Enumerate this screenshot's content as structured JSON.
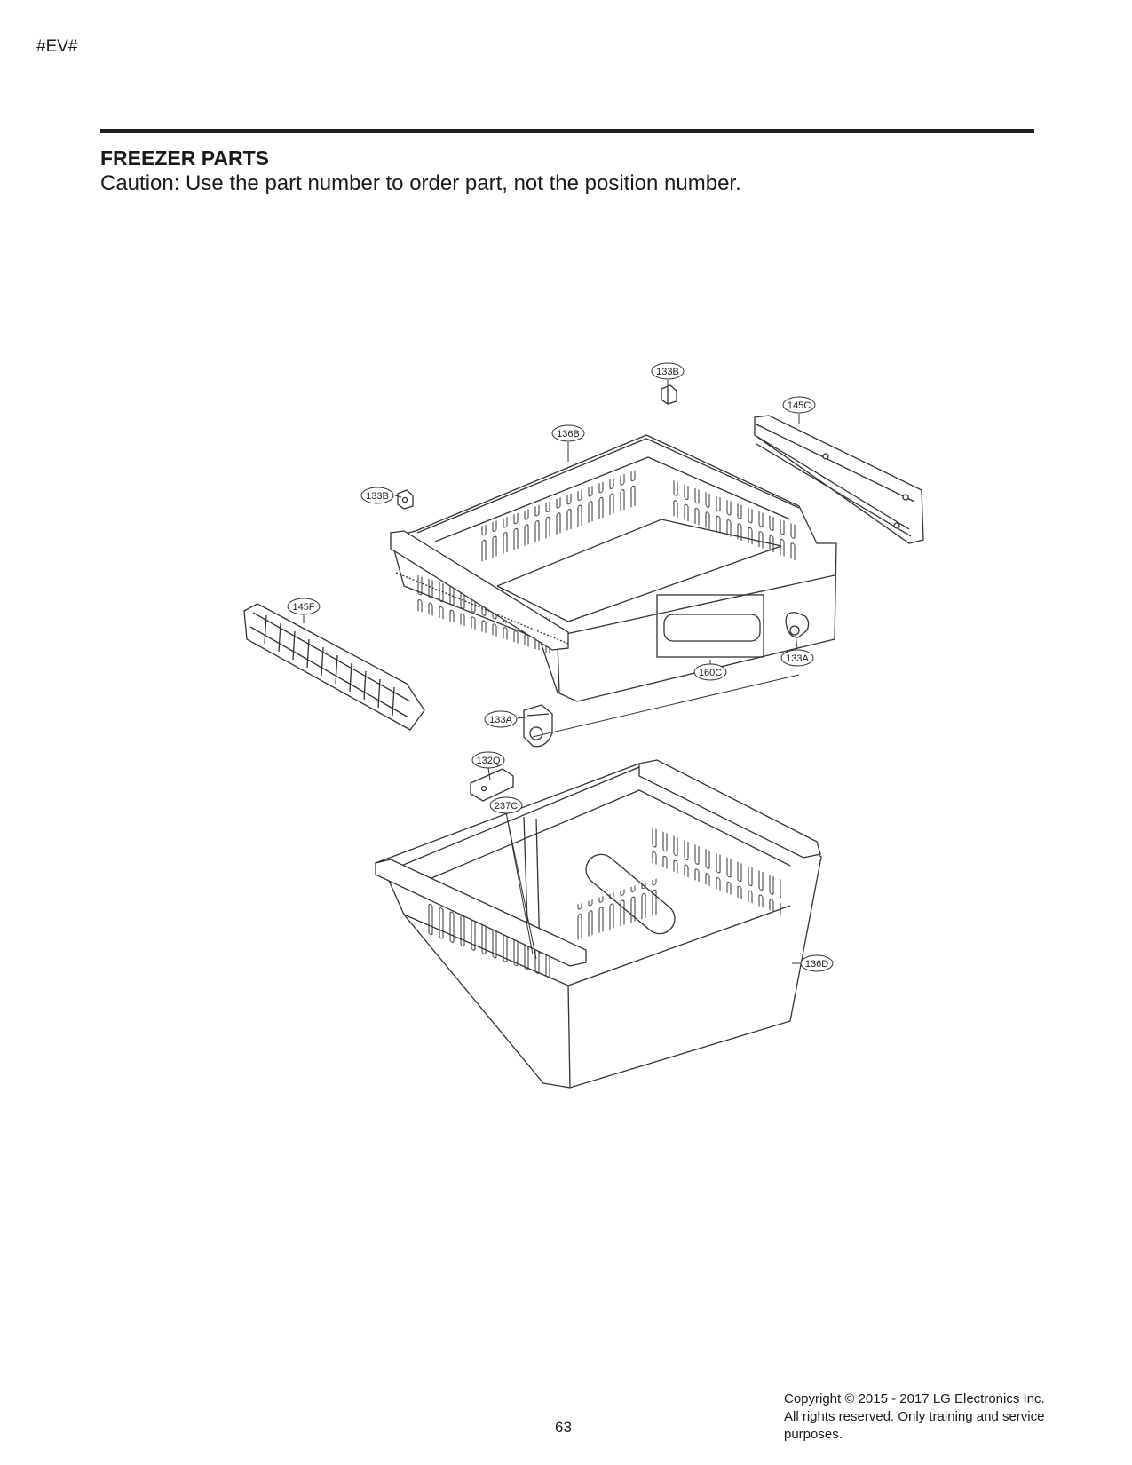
{
  "header": {
    "mark": "#EV#",
    "title": "FREEZER PARTS",
    "caution": "Caution: Use the part number to order part, not the position number."
  },
  "callouts": {
    "c133B_top": "133B",
    "c145C": "145C",
    "c136B": "136B",
    "c133B_left": "133B",
    "c145F": "145F",
    "c133A_right": "133A",
    "c160C": "160C",
    "c133A_left": "133A",
    "c132Q": "132Q",
    "c237C": "237C",
    "c136D": "136D"
  },
  "footer": {
    "page_number": "63",
    "copyright_line1": "Copyright © 2015 - 2017 LG Electronics Inc.",
    "copyright_line2": "All rights reserved. Only training and service",
    "copyright_line3": "purposes."
  }
}
